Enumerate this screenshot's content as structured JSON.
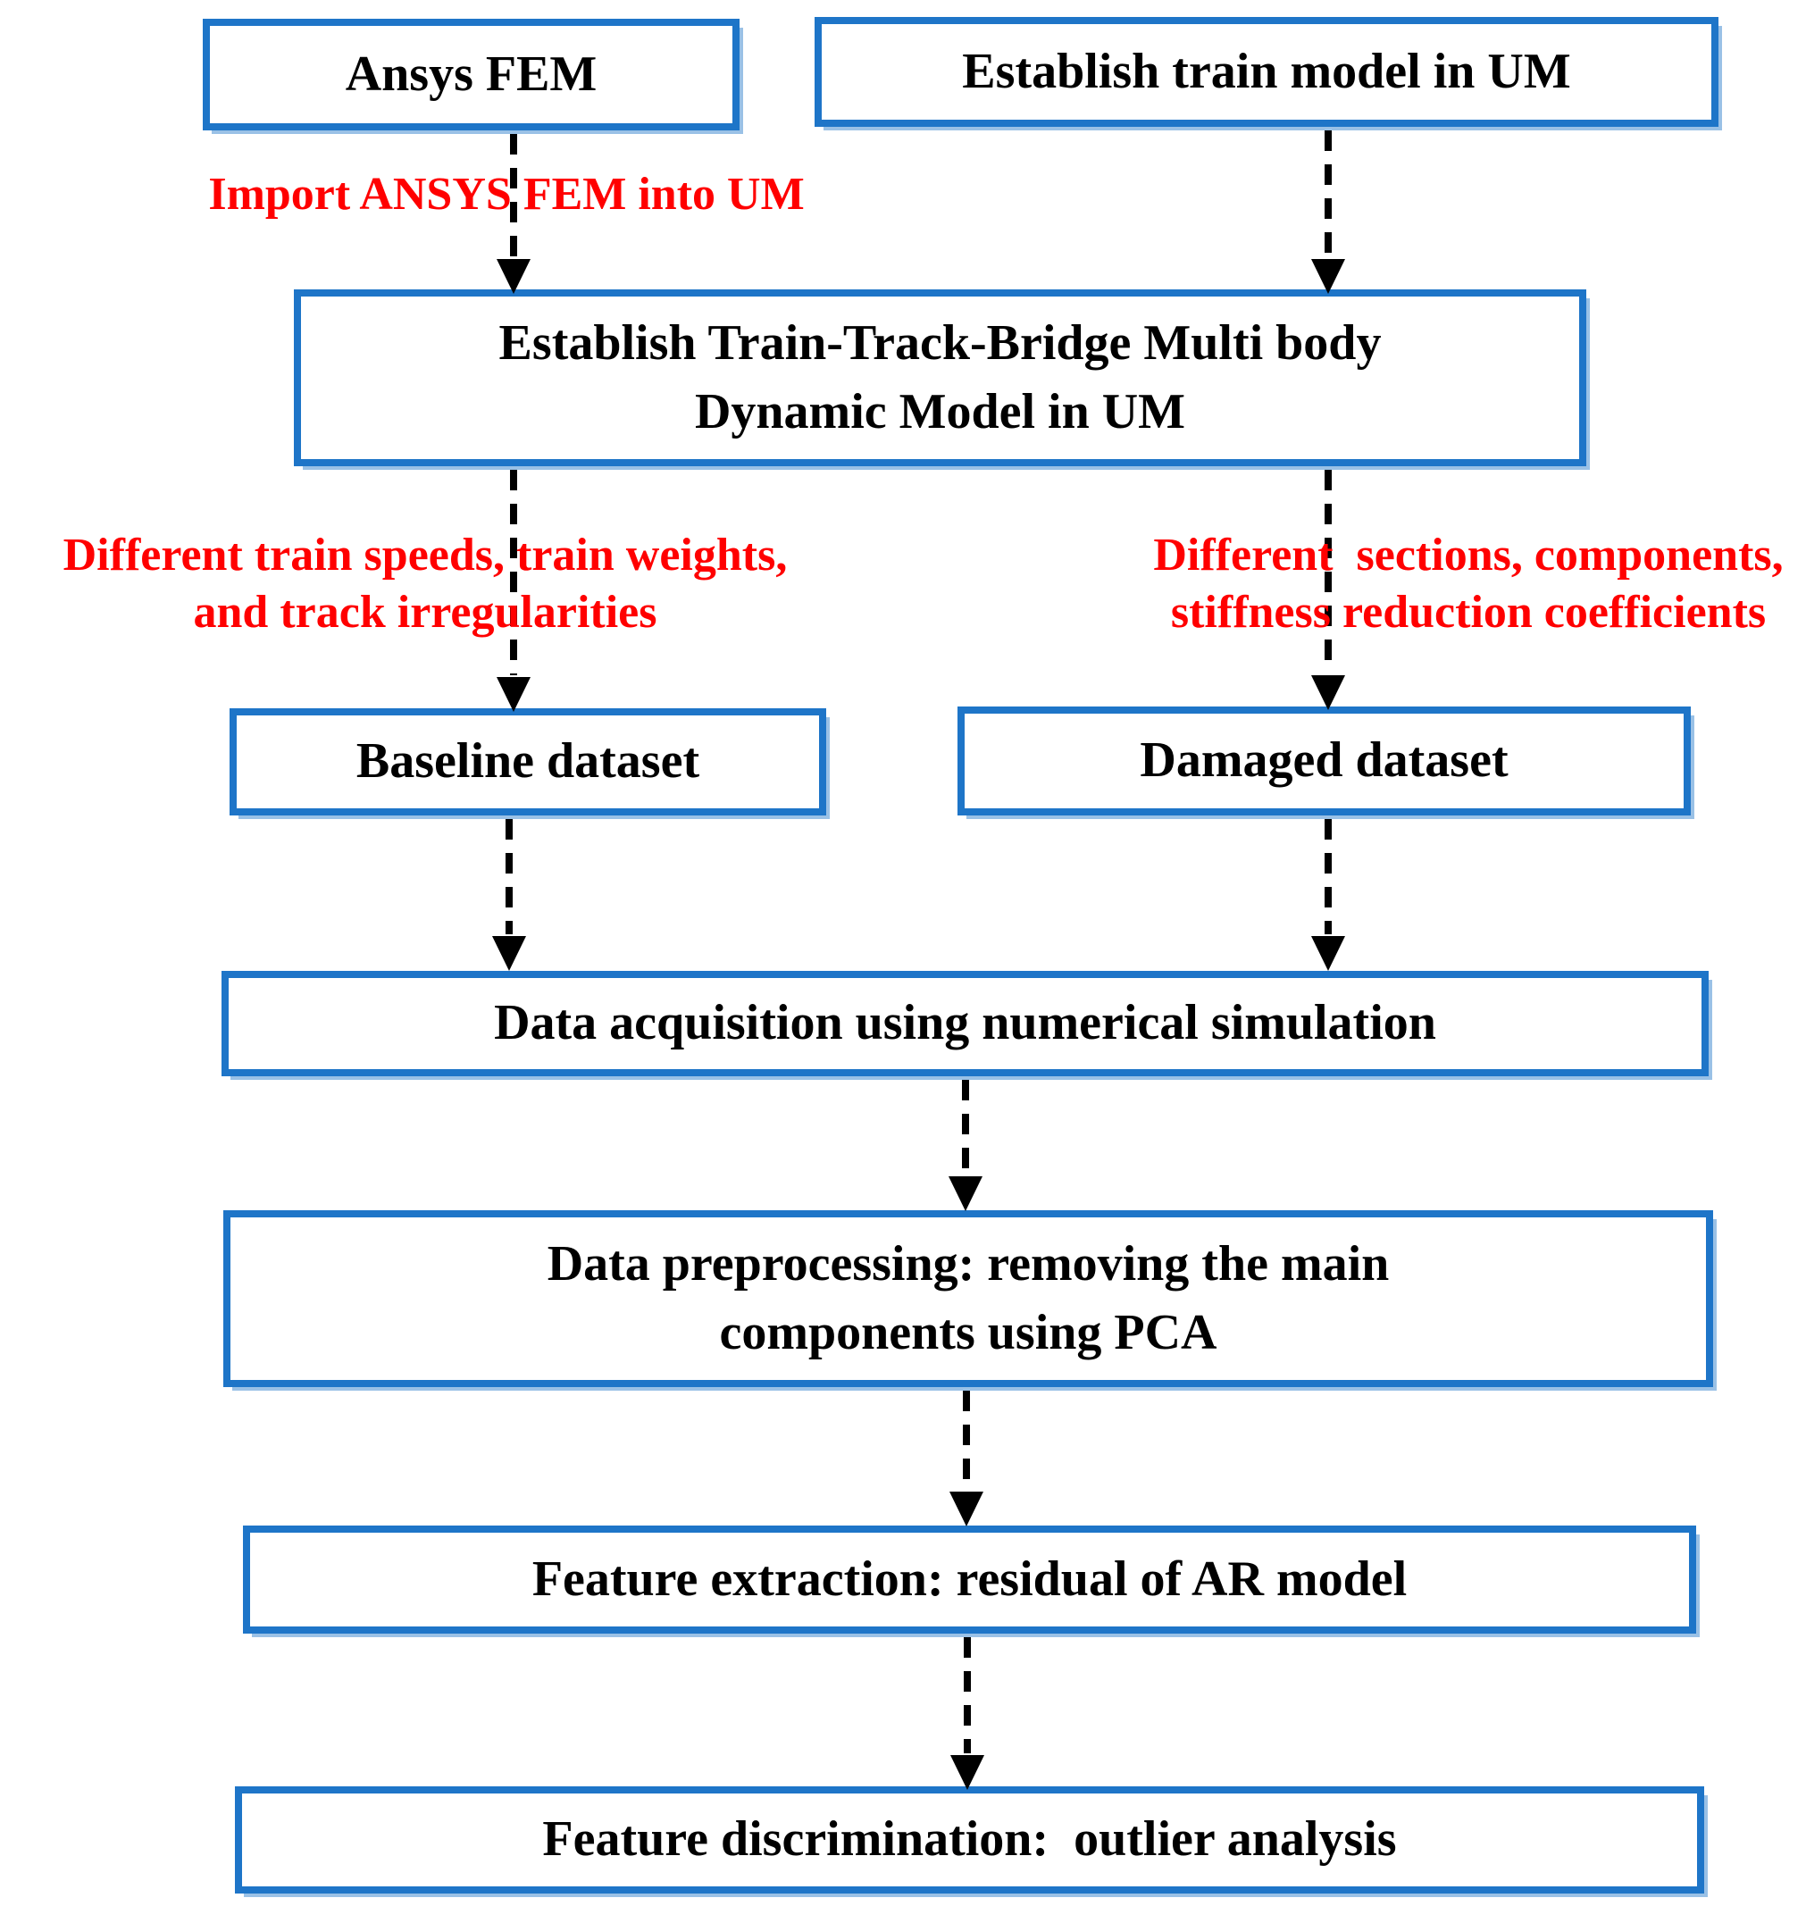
{
  "diagram": {
    "type": "flowchart",
    "colors": {
      "background": "#ffffff",
      "box-border": "#1e75c8",
      "box-text": "#000000",
      "annotation": "#ff0000",
      "arrow": "#000000"
    },
    "nodes": {
      "ansys_fem": {
        "label": "Ansys FEM"
      },
      "train_model": {
        "label": "Establish train model in UM"
      },
      "dynamic_model": {
        "label": "Establish Train-Track-Bridge Multi body\nDynamic Model in UM"
      },
      "baseline_dataset": {
        "label": "Baseline dataset"
      },
      "damaged_dataset": {
        "label": "Damaged dataset"
      },
      "data_acquisition": {
        "label": "Data acquisition using numerical simulation"
      },
      "data_preprocessing": {
        "label": "Data preprocessing: removing the main\ncomponents using PCA"
      },
      "feature_extraction": {
        "label": "Feature extraction: residual of AR model"
      },
      "feature_discrimination": {
        "label": "Feature discrimination:  outlier analysis"
      }
    },
    "annotations": {
      "import_fem": {
        "label": "Import ANSYS FEM into UM"
      },
      "baseline_conditions": {
        "label": "Different train speeds, train weights,\nand track irregularities"
      },
      "damage_conditions": {
        "label": "Different  sections, components,\nstiffness reduction coefficients"
      }
    },
    "edges": [
      {
        "from": "ansys_fem",
        "to": "dynamic_model",
        "annotation": "import_fem"
      },
      {
        "from": "train_model",
        "to": "dynamic_model"
      },
      {
        "from": "dynamic_model",
        "to": "baseline_dataset",
        "annotation": "baseline_conditions"
      },
      {
        "from": "dynamic_model",
        "to": "damaged_dataset",
        "annotation": "damage_conditions"
      },
      {
        "from": "baseline_dataset",
        "to": "data_acquisition"
      },
      {
        "from": "damaged_dataset",
        "to": "data_acquisition"
      },
      {
        "from": "data_acquisition",
        "to": "data_preprocessing"
      },
      {
        "from": "data_preprocessing",
        "to": "feature_extraction"
      },
      {
        "from": "feature_extraction",
        "to": "feature_discrimination"
      }
    ]
  }
}
